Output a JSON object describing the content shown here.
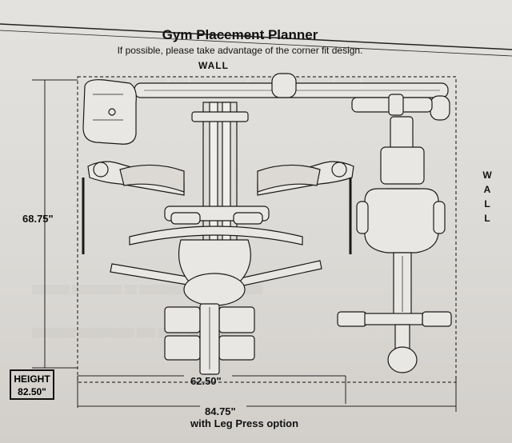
{
  "planner": {
    "title": "Gym Placement Planner",
    "subtitle": "If possible, please take advantage of the corner fit design.",
    "wall_top_label": "WALL",
    "wall_right_label": "WALL",
    "depth_dimension": "68.75\"",
    "width_dimension": "62.50\"",
    "width_with_leg_press_dimension": "84.75\"",
    "leg_press_note": "with Leg Press option",
    "height_label": "HEIGHT",
    "height_value": "82.50\""
  }
}
